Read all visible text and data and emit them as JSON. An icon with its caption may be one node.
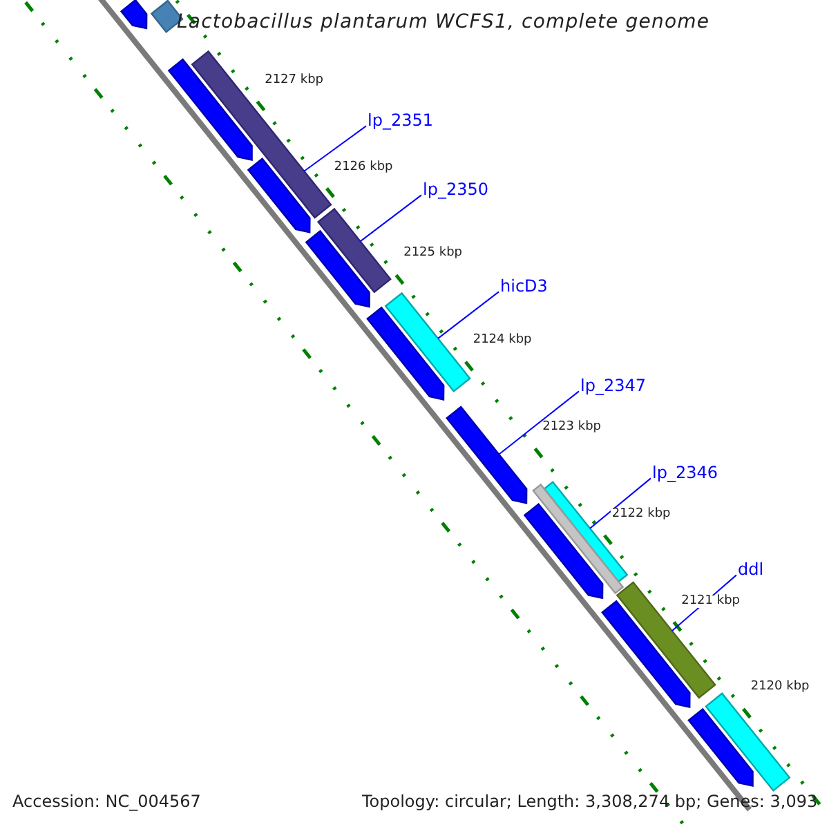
{
  "diagram": {
    "title": "Lactobacillus plantarum WCFS1, complete genome",
    "nodes": [
      {
        "text": [
          "lp_2351"
        ]
      },
      {
        "text": [],
        "shape": "bar"
      },
      {
        "text": [
          "lp_2350"
        ]
      },
      {
        "text": [],
        "shape": "bar"
      },
      {
        "text": [
          "hicD3"
        ]
      },
      {
        "text": [],
        "shape": "bar"
      },
      {
        "text": [
          "lp_2347"
        ]
      },
      {
        "text": [],
        "shape": "arrow"
      },
      {
        "text": [
          "lp_2346"
        ]
      },
      {
        "text": [],
        "shape": "bar"
      },
      {
        "text": [
          "ddl"
        ]
      },
      {
        "text": [],
        "shape": "bar"
      },
      {
        "text": [],
        "shape": "bar"
      },
      {
        "text": [],
        "shape": "arrow"
      },
      {
        "text": [],
        "shape": "arrow"
      },
      {
        "text": [],
        "shape": "arrow"
      },
      {
        "text": [],
        "shape": "arrow"
      },
      {
        "text": [],
        "shape": "arrow"
      },
      {
        "text": [],
        "shape": "bar"
      },
      {
        "text": [],
        "shape": "arrow"
      },
      {
        "text": [],
        "shape": "arrow"
      },
      {
        "text": [],
        "shape": "bar"
      },
      {
        "text": [],
        "shape": "arrow"
      }
    ],
    "edges": [
      {
        "from": 0,
        "to": 1,
        "arrow": "none"
      },
      {
        "from": 2,
        "to": 3,
        "arrow": "none"
      },
      {
        "from": 4,
        "to": 5,
        "arrow": "none"
      },
      {
        "from": 6,
        "to": 7,
        "arrow": "none"
      },
      {
        "from": 8,
        "to": 9,
        "arrow": "none"
      },
      {
        "from": 10,
        "to": 11,
        "arrow": "none"
      }
    ],
    "labels": [
      "2127 kbp",
      "2126 kbp",
      "2125 kbp",
      "2124 kbp",
      "2123 kbp",
      "2122 kbp",
      "2121 kbp",
      "2120 kbp",
      "Accession: NC_004567",
      "Topology: circular; Length: 3,308,274 bp; Genes: 3,093"
    ]
  }
}
